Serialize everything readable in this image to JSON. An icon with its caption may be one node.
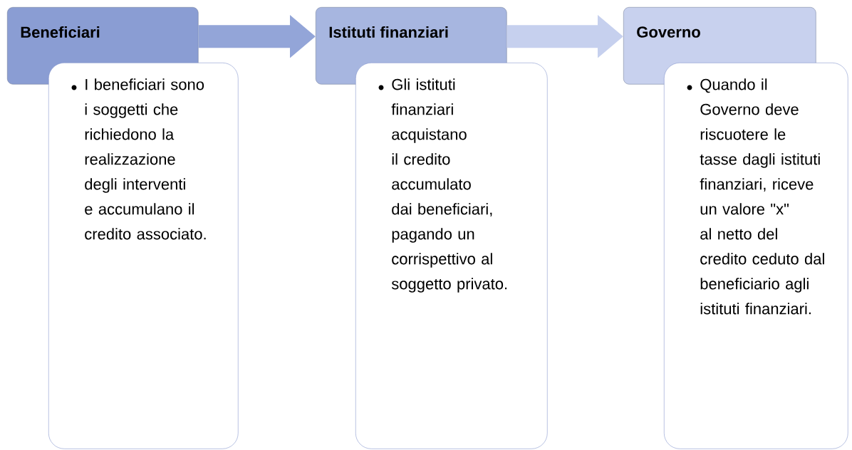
{
  "diagram": {
    "nodes": [
      {
        "text": [
          "Beneficiari"
        ]
      },
      {
        "text": [
          "I beneficiari sono i soggetti che richiedono la realizzazione degli interventi e accumulano il credito associato."
        ]
      },
      {
        "text": [
          "Istituti finanziari"
        ]
      },
      {
        "text": [
          "Gli istituti finanziari acquistano il credito accumulato dai beneficiari, pagando un corrispettivo al soggetto privato."
        ]
      },
      {
        "text": [
          "Governo"
        ]
      },
      {
        "text": [
          "Quando il Governo deve riscuotere le tasse dagli istituti finanziari, riceve un valore \"x\" al netto del credito ceduto dal beneficiario agli istituti finanziari."
        ]
      }
    ],
    "edges": [
      {
        "from": 0,
        "to": 2,
        "arrow": "to",
        "color": "#93a5d8"
      },
      {
        "from": 2,
        "to": 4,
        "arrow": "to",
        "color": "#c6d0ee"
      }
    ]
  }
}
